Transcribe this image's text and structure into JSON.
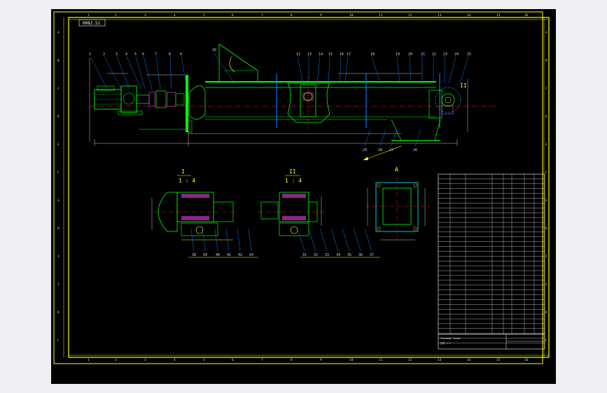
{
  "drawing": {
    "stamp": "0082.51",
    "section_labels": {
      "section_i": "I",
      "scale_i": "1 : 4",
      "section_ii": "II",
      "scale_ii": "1 : 4",
      "view_a": "A",
      "detail_ii_callout": "II"
    },
    "column_labels": [
      "1",
      "2",
      "3",
      "4",
      "5",
      "6",
      "7",
      "8",
      "9",
      "10",
      "11",
      "12",
      "13",
      "14",
      "15",
      "16"
    ],
    "row_labels": [
      "A",
      "B",
      "C",
      "D",
      "E",
      "F",
      "G",
      "H",
      "I",
      "J",
      "K",
      "L"
    ],
    "top_balloons": [
      "1",
      "2",
      "3",
      "4",
      "5",
      "6",
      "7",
      "8",
      "9",
      "10",
      "12",
      "13",
      "14",
      "15",
      "16",
      "17",
      "18",
      "19",
      "20",
      "21",
      "22",
      "23",
      "24",
      "25"
    ],
    "bottom_balloons_main": [
      "29",
      "28",
      "27",
      "26"
    ],
    "bottom_balloons_sec1": [
      "38",
      "39",
      "40",
      "41",
      "42",
      "43"
    ],
    "bottom_balloons_sec2": [
      "31",
      "32",
      "33",
      "34",
      "35",
      "36",
      "37"
    ],
    "title_block": {
      "row1": "Shandong  Tianmu",
      "row2": "比例  1:1"
    }
  },
  "colors": {
    "frame": "#ffff00",
    "part": "#00ff00",
    "section": "#00ffff",
    "centerline": "#ff2020",
    "leader": "#0080ff",
    "hatch": "#ff40ff",
    "dimension": "#ffffff"
  }
}
